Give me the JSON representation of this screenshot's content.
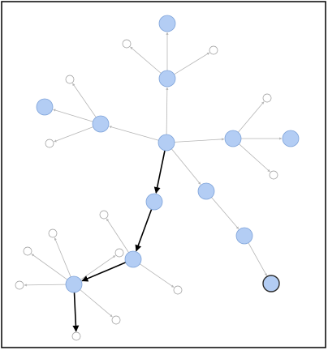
{
  "colors": {
    "frame_border": "#000000",
    "edge_light": "#b5b5b5",
    "edge_path": "#000000",
    "node_blue_fill": "#b3cdf4",
    "node_blue_stroke": "#7ea3d9",
    "node_dark_stroke": "#2c2c2c",
    "node_small_fill": "#ffffff",
    "node_small_stroke": "#9a9a9a"
  },
  "diagram": {
    "nodes": [
      {
        "id": "root",
        "label": "",
        "kind": "blue"
      },
      {
        "id": "top",
        "label": "",
        "kind": "blue"
      },
      {
        "id": "mid_top",
        "label": "",
        "kind": "blue"
      },
      {
        "id": "left_hub",
        "label": "",
        "kind": "blue"
      },
      {
        "id": "left_far",
        "label": "",
        "kind": "blue"
      },
      {
        "id": "right_hub",
        "label": "",
        "kind": "blue"
      },
      {
        "id": "right_far",
        "label": "",
        "kind": "blue"
      },
      {
        "id": "lower_right1",
        "label": "",
        "kind": "blue"
      },
      {
        "id": "lower_right2",
        "label": "",
        "kind": "blue"
      },
      {
        "id": "lower_right3",
        "label": "",
        "kind": "blue_dark"
      },
      {
        "id": "path1",
        "label": "",
        "kind": "blue"
      },
      {
        "id": "path2",
        "label": "",
        "kind": "blue"
      },
      {
        "id": "path3",
        "label": "",
        "kind": "blue"
      },
      {
        "id": "s_top_l",
        "label": "",
        "kind": "small"
      },
      {
        "id": "s_top_r",
        "label": "",
        "kind": "small"
      },
      {
        "id": "s_left_t",
        "label": "",
        "kind": "small"
      },
      {
        "id": "s_left_b",
        "label": "",
        "kind": "small"
      },
      {
        "id": "s_right_t",
        "label": "",
        "kind": "small"
      },
      {
        "id": "s_right_b",
        "label": "",
        "kind": "small"
      },
      {
        "id": "s_p2_t",
        "label": "",
        "kind": "small"
      },
      {
        "id": "s_p2_b",
        "label": "",
        "kind": "small"
      },
      {
        "id": "s_p3_1",
        "label": "",
        "kind": "small"
      },
      {
        "id": "s_p3_2",
        "label": "",
        "kind": "small"
      },
      {
        "id": "s_p3_3",
        "label": "",
        "kind": "small"
      },
      {
        "id": "s_p3_4",
        "label": "",
        "kind": "small"
      },
      {
        "id": "s_p3_5",
        "label": "",
        "kind": "small"
      },
      {
        "id": "s_p3_bottom",
        "label": "",
        "kind": "small"
      }
    ],
    "edges": [
      {
        "from": "root",
        "to": "mid_top",
        "style": "light"
      },
      {
        "from": "mid_top",
        "to": "top",
        "style": "light"
      },
      {
        "from": "mid_top",
        "to": "s_top_l",
        "style": "light"
      },
      {
        "from": "mid_top",
        "to": "s_top_r",
        "style": "light"
      },
      {
        "from": "root",
        "to": "left_hub",
        "style": "light"
      },
      {
        "from": "left_hub",
        "to": "left_far",
        "style": "light"
      },
      {
        "from": "left_hub",
        "to": "s_left_t",
        "style": "light"
      },
      {
        "from": "left_hub",
        "to": "s_left_b",
        "style": "light"
      },
      {
        "from": "root",
        "to": "right_hub",
        "style": "light"
      },
      {
        "from": "right_hub",
        "to": "right_far",
        "style": "light"
      },
      {
        "from": "right_hub",
        "to": "s_right_t",
        "style": "light"
      },
      {
        "from": "right_hub",
        "to": "s_right_b",
        "style": "light"
      },
      {
        "from": "root",
        "to": "lower_right1",
        "style": "light"
      },
      {
        "from": "lower_right1",
        "to": "lower_right2",
        "style": "light"
      },
      {
        "from": "lower_right2",
        "to": "lower_right3",
        "style": "light"
      },
      {
        "from": "path2",
        "to": "s_p2_t",
        "style": "light"
      },
      {
        "from": "path2",
        "to": "s_p2_b",
        "style": "light"
      },
      {
        "from": "path3",
        "to": "s_p3_1",
        "style": "light"
      },
      {
        "from": "path3",
        "to": "s_p3_2",
        "style": "light"
      },
      {
        "from": "path3",
        "to": "s_p3_3",
        "style": "light"
      },
      {
        "from": "path3",
        "to": "s_p3_4",
        "style": "light"
      },
      {
        "from": "path3",
        "to": "s_p3_5",
        "style": "light"
      },
      {
        "from": "root",
        "to": "path1",
        "style": "path"
      },
      {
        "from": "path1",
        "to": "path2",
        "style": "path"
      },
      {
        "from": "path2",
        "to": "path3",
        "style": "path"
      },
      {
        "from": "path3",
        "to": "s_p3_bottom",
        "style": "path"
      }
    ]
  }
}
